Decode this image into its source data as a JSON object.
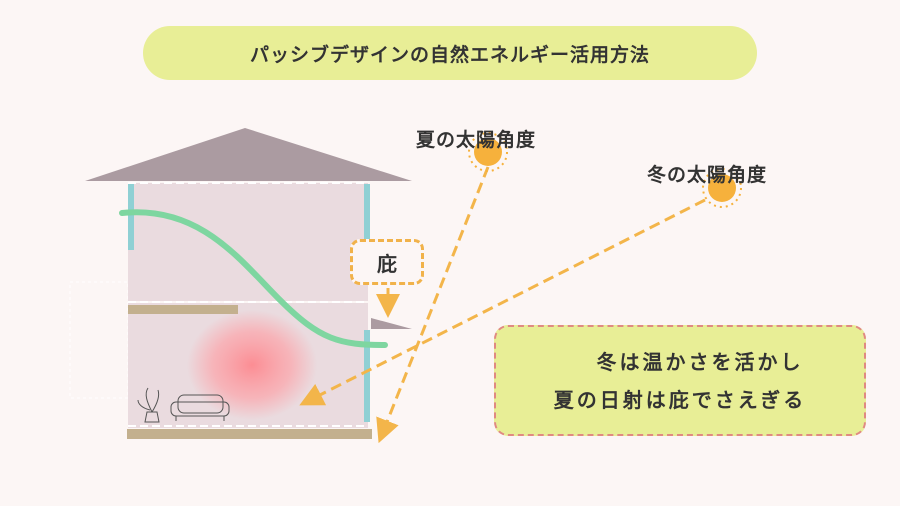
{
  "title": "パッシブデザインの自然エネルギー活用方法",
  "summer_label": "夏の太陽角度",
  "winter_label": "冬の太陽角度",
  "eave_label": "庇",
  "tip": {
    "line1": "冬は温かさを活かし",
    "line2": "夏の日射は庇でさえぎる",
    "icon": "lightbulb-icon"
  },
  "colors": {
    "title_bg": "#e8ee96",
    "roof": "#ab9ba1",
    "wall": "#eadbdf",
    "window": "#8fd0d4",
    "airflow": "#7ed6a0",
    "heat": "#ff8a8f",
    "sun": "#f6b13c",
    "floor": "#c3b08e",
    "arrow": "#f3b54a"
  }
}
